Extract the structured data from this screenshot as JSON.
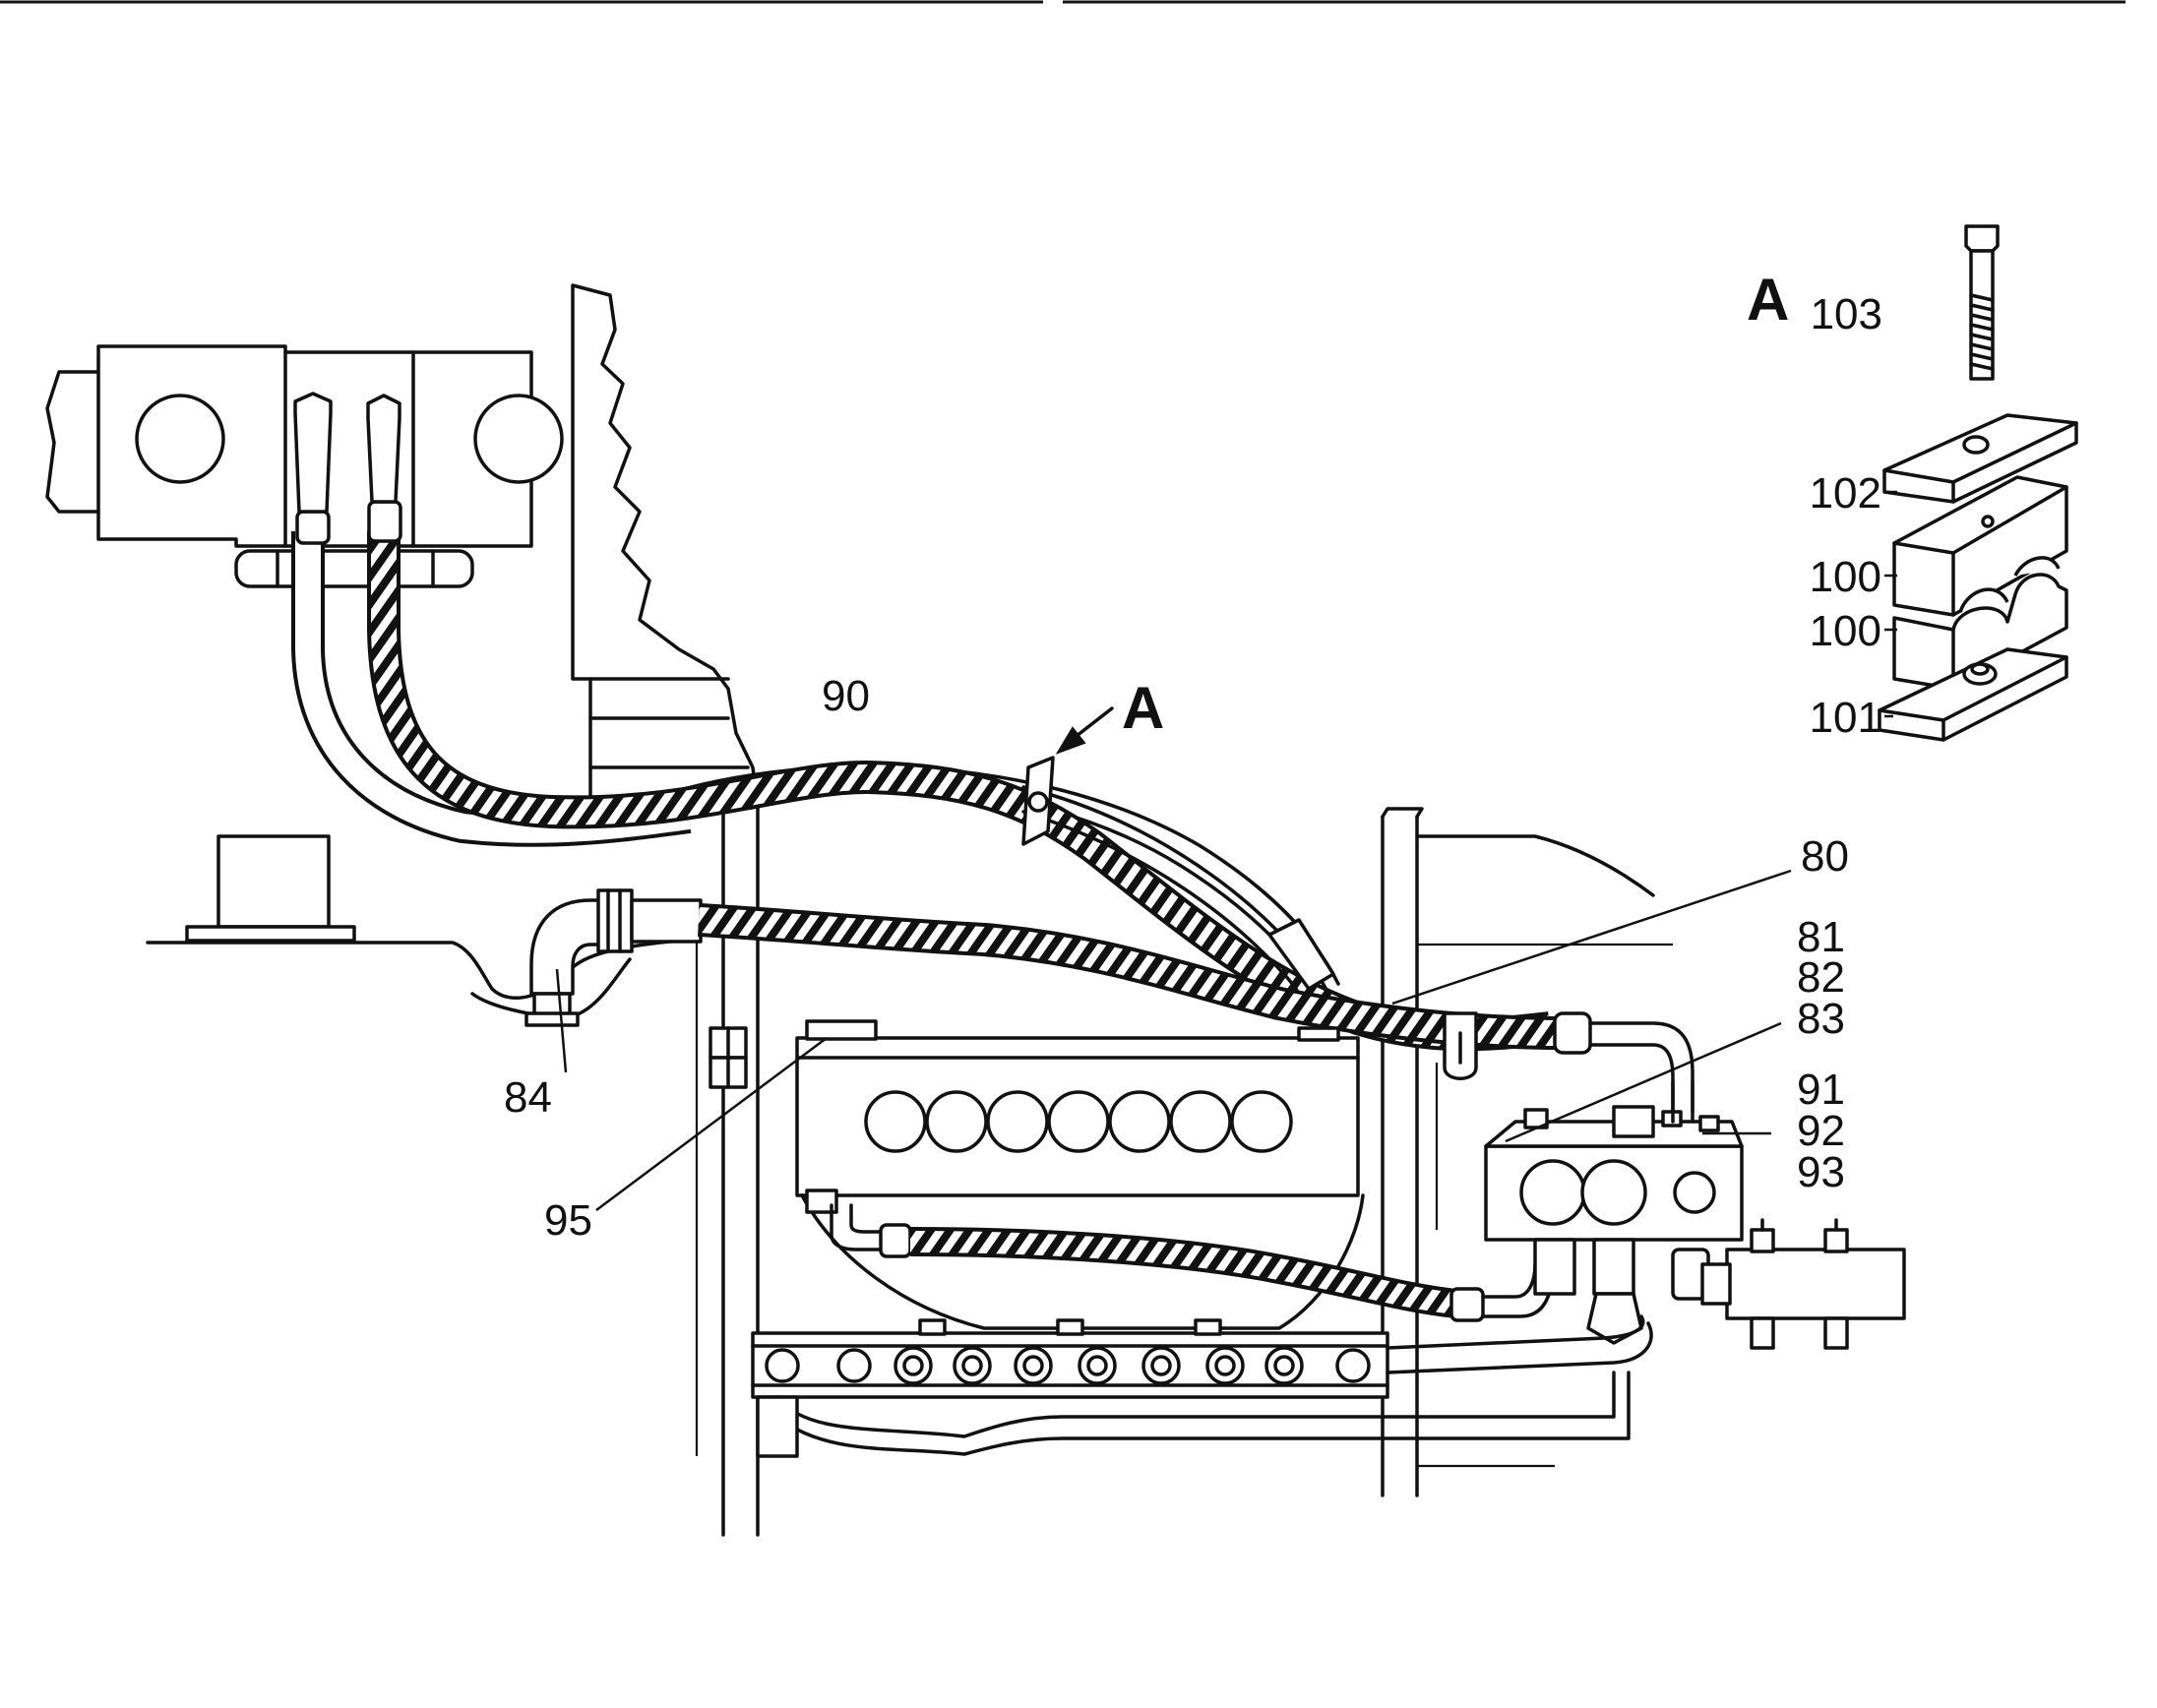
{
  "diagram": {
    "detail_title": "A",
    "view_marker": "A",
    "callouts": {
      "c80": "80",
      "c81": "81",
      "c82": "82",
      "c83": "83",
      "c84": "84",
      "c90": "90",
      "c91": "91",
      "c92": "92",
      "c93": "93",
      "c95": "95",
      "c100a": "100",
      "c100b": "100",
      "c101": "101",
      "c102": "102",
      "c103": "103"
    }
  }
}
